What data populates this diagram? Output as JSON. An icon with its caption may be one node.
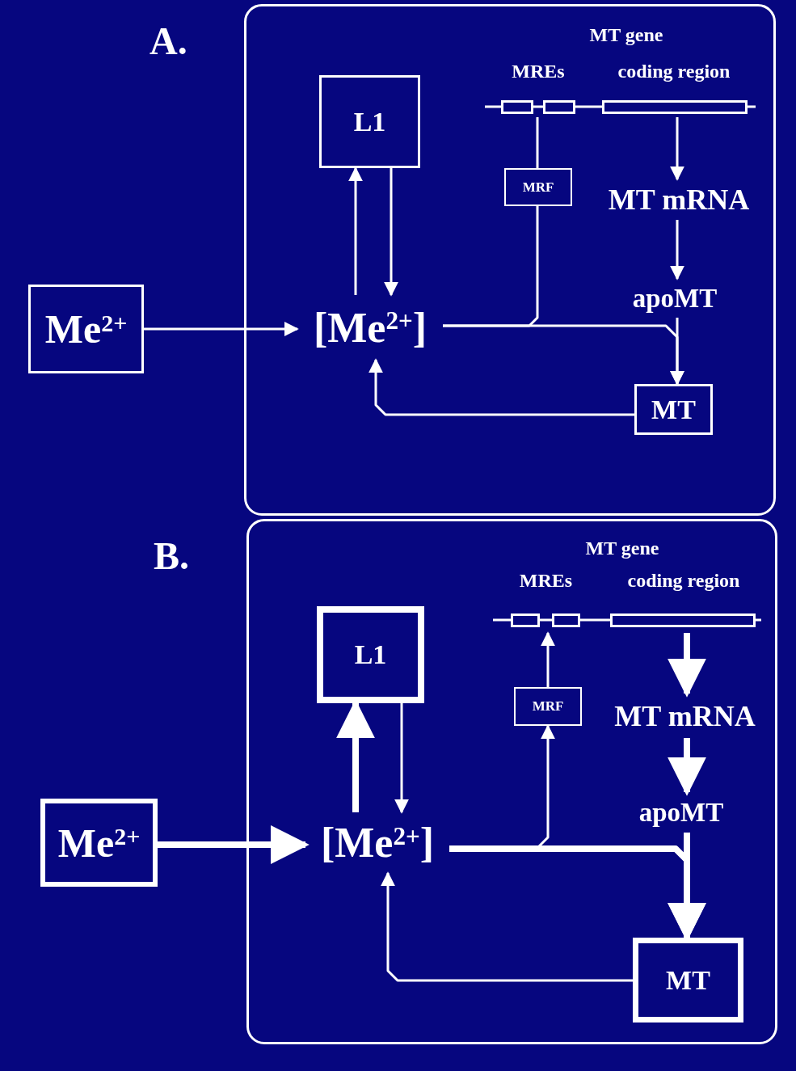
{
  "diagram": {
    "nodes": [
      {
        "text": [
          "A."
        ]
      },
      {
        "text": [
          "Me$^{2+}$"
        ]
      },
      {
        "text": [
          "L1"
        ],
        "in": 0
      },
      {
        "text": [
          "[Me$^{2+}$]"
        ],
        "in": 0
      },
      {
        "text": [
          "MREs"
        ],
        "in": 0
      },
      {
        "text": [
          "coding region"
        ],
        "in": 0
      },
      {
        "text": [
          "MRF"
        ],
        "in": 0
      },
      {
        "text": [
          "MT mRNA"
        ],
        "in": 0
      },
      {
        "text": [
          "apoMT"
        ],
        "in": 0
      },
      {
        "text": [
          "MT"
        ],
        "in": 0
      },
      {
        "text": [
          "B."
        ]
      },
      {
        "text": [
          "Me$^{2+}$"
        ]
      },
      {
        "text": [
          "L1"
        ],
        "in": 10
      },
      {
        "text": [
          "[Me$^{2+}$]"
        ],
        "in": 10
      },
      {
        "text": [
          "MREs"
        ],
        "in": 10
      },
      {
        "text": [
          "coding region"
        ],
        "in": 10
      },
      {
        "text": [
          "MRF"
        ],
        "in": 10
      },
      {
        "text": [
          "MT mRNA"
        ],
        "in": 10
      },
      {
        "text": [
          "apoMT"
        ],
        "in": 10
      },
      {
        "text": [
          "MT"
        ],
        "in": 10
      }
    ],
    "edges": [
      {
        "from": 1,
        "to": 3,
        "arrow": "to"
      },
      {
        "from": 3,
        "to": 2,
        "arrow": "to"
      },
      {
        "from": 2,
        "to": 3,
        "arrow": "to"
      },
      {
        "from": 5,
        "to": 7,
        "arrow": "to"
      },
      {
        "from": 7,
        "to": 8,
        "arrow": "to"
      },
      {
        "from": 8,
        "to": 9,
        "arrow": "to"
      },
      {
        "from": 3,
        "to": 9,
        "arrow": "to"
      },
      {
        "from": 9,
        "to": 3,
        "arrow": "to"
      },
      {
        "from": 6,
        "to": 4,
        "arrow": "none"
      },
      {
        "from": 3,
        "to": 6,
        "arrow": "none"
      },
      {
        "from": 11,
        "to": 13,
        "arrow": "to",
        "style": "thick"
      },
      {
        "from": 13,
        "to": 12,
        "arrow": "to",
        "style": "thick"
      },
      {
        "from": 12,
        "to": 13,
        "arrow": "to"
      },
      {
        "from": 15,
        "to": 17,
        "arrow": "to",
        "style": "thick"
      },
      {
        "from": 17,
        "to": 18,
        "arrow": "to",
        "style": "thick"
      },
      {
        "from": 18,
        "to": 19,
        "arrow": "to",
        "style": "thick"
      },
      {
        "from": 13,
        "to": 19,
        "arrow": "to",
        "style": "thick"
      },
      {
        "from": 19,
        "to": 13,
        "arrow": "to"
      },
      {
        "from": 16,
        "to": 14,
        "arrow": "to"
      },
      {
        "from": 13,
        "to": 16,
        "arrow": "to"
      }
    ],
    "labels": [
      "MT gene",
      "MT gene"
    ]
  }
}
